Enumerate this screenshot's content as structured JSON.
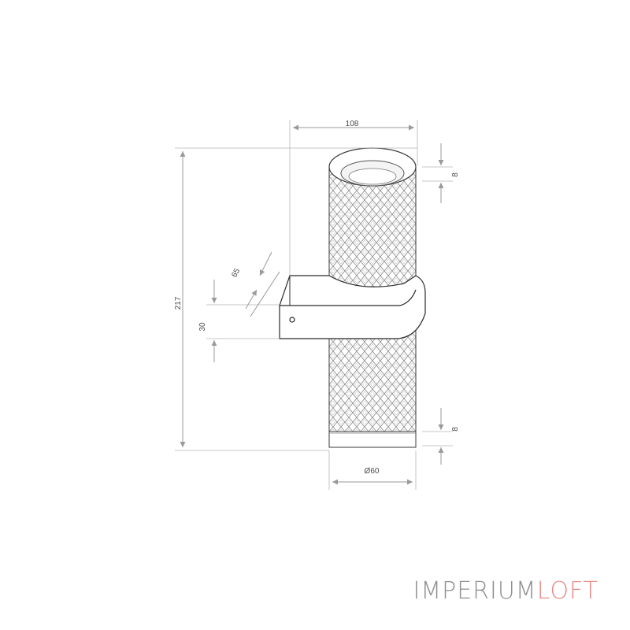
{
  "drawing": {
    "dimensions": {
      "width_top": "108",
      "height_total": "217",
      "top_ring": "8",
      "bottom_ring": "8",
      "diameter": "Ø60",
      "bracket_width": "65",
      "bracket_height": "30"
    }
  },
  "brand": {
    "part1": "IMPERIUM",
    "part2": "LOFT",
    "colors": {
      "part1": "#8f8f8f",
      "part2": "#e88a86"
    }
  }
}
